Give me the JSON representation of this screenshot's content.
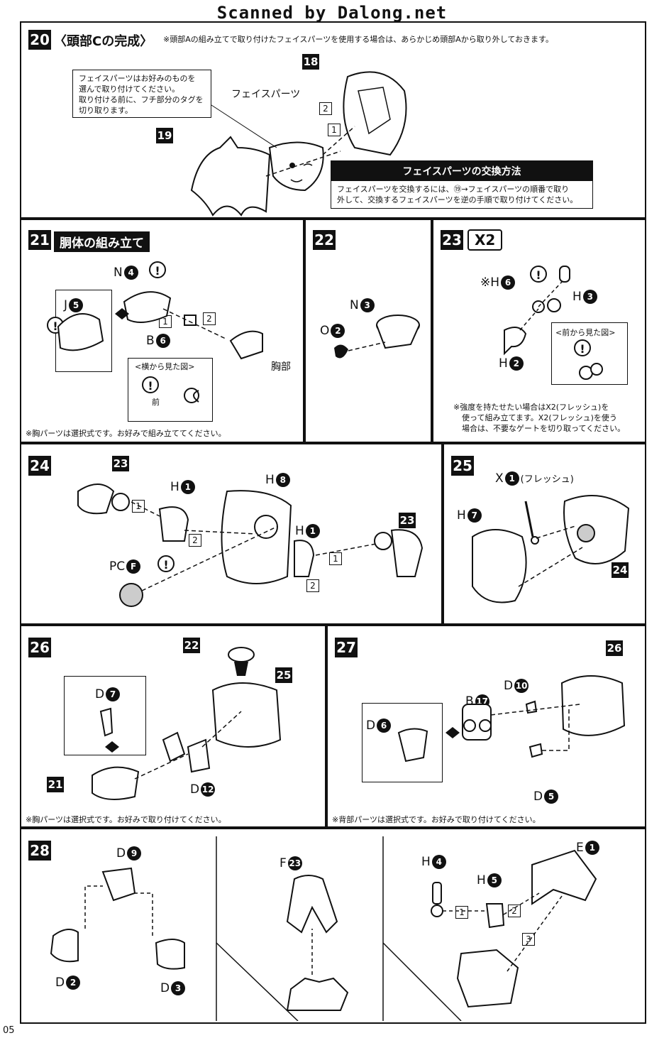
{
  "header": {
    "watermark": "Scanned by Dalong.net"
  },
  "page_number": "05",
  "s20": {
    "num": "20",
    "title": "〈頭部Cの完成〉",
    "note": "※頭部Aの組み立てで取り付けたフェイスパーツを使用する場合は、あらかじめ頭部Aから取り外しておきます。",
    "callout": [
      "フェイスパーツはお好みのものを",
      "選んで取り付けてください。",
      "取り付ける前に、フチ部分のタグを",
      "切り取ります。"
    ],
    "face_label": "フェイスパーツ",
    "ref18": "18",
    "ref19": "19",
    "step1": "1",
    "step2": "2",
    "info_title": "フェイスパーツの交換方法",
    "info_body": [
      "フェイスパーツを交換するには、⑲→フェイスパーツの順番で取り",
      "外して、交換するフェイスパーツを逆の手順で取り付けてください。"
    ]
  },
  "s21": {
    "num": "21",
    "title": "胴体の組み立て",
    "n4_letter": "N",
    "n4_num": "4",
    "j5_letter": "J",
    "j5_num": "5",
    "b6_letter": "B",
    "b6_num": "6",
    "chest_label": "胸部",
    "side_view": "<横から見た図>",
    "front_label": "前",
    "step1": "1",
    "step2": "2",
    "footnote": "※胸パーツは選択式です。お好みで組み立ててください。"
  },
  "s22": {
    "num": "22",
    "n3_letter": "N",
    "n3_num": "3",
    "o2_letter": "O",
    "o2_num": "2"
  },
  "s23": {
    "num": "23",
    "x2_label": "X2",
    "h6_letter": "※H",
    "h6_num": "6",
    "h3_letter": "H",
    "h3_num": "3",
    "h2_letter": "H",
    "h2_num": "2",
    "front_view": "<前から見た図>",
    "footnote": [
      "※強度を持たせたい場合はX2(フレッシュ)を",
      "使って組み立てます。X2(フレッシュ)を使う",
      "場合は、不要なゲートを切り取ってください。"
    ]
  },
  "s24": {
    "num": "24",
    "ref23a": "23",
    "ref23b": "23",
    "h1a_letter": "H",
    "h1a_num": "1",
    "h8_letter": "H",
    "h8_num": "8",
    "h1b_letter": "H",
    "h1b_num": "1",
    "pcf_letter": "PC",
    "pcf_num": "F",
    "step1": "1",
    "step2": "2"
  },
  "s25": {
    "num": "25",
    "x1_letter": "X",
    "x1_num": "1",
    "x1_note": "(フレッシュ)",
    "h7_letter": "H",
    "h7_num": "7",
    "ref24": "24"
  },
  "s26": {
    "num": "26",
    "d7_letter": "D",
    "d7_num": "7",
    "ref22": "22",
    "ref25": "25",
    "ref21": "21",
    "d12_letter": "D",
    "d12_num": "12",
    "footnote": "※胸パーツは選択式です。お好みで取り付けてください。"
  },
  "s27": {
    "num": "27",
    "d6_letter": "D",
    "d6_num": "6",
    "b17_letter": "B",
    "b17_num": "17",
    "d10_letter": "D",
    "d10_num": "10",
    "d5_letter": "D",
    "d5_num": "5",
    "ref26": "26",
    "footnote": "※背部パーツは選択式です。お好みで取り付けてください。"
  },
  "s28": {
    "num": "28",
    "d9_letter": "D",
    "d9_num": "9",
    "d2_letter": "D",
    "d2_num": "2",
    "d3_letter": "D",
    "d3_num": "3",
    "f23_letter": "F",
    "f23_num": "23",
    "h4_letter": "H",
    "h4_num": "4",
    "h5_letter": "H",
    "h5_num": "5",
    "e1_letter": "E",
    "e1_num": "1",
    "step1": "1",
    "step2": "2",
    "step3": "3"
  }
}
